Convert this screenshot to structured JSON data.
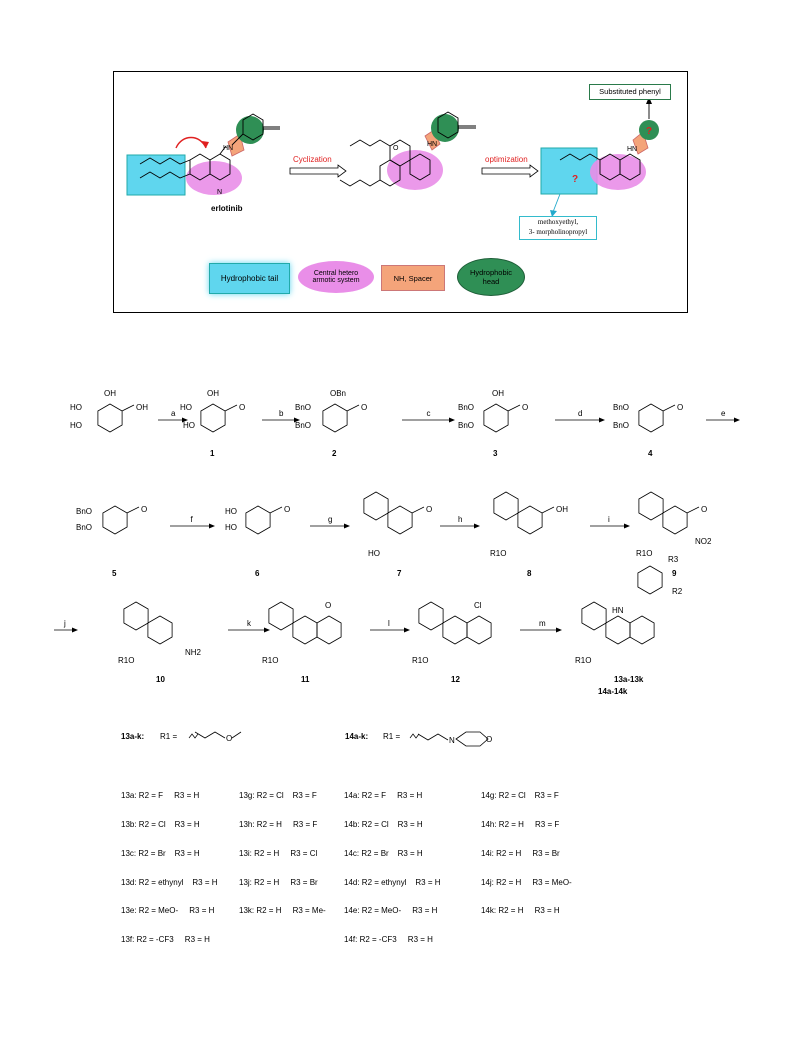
{
  "pharmacophore": {
    "arrows": {
      "cyclization": "Cyclization",
      "optimization": "optimization"
    },
    "compound_label": "erlotinib",
    "substituted_phenyl": "Substituted phenyl",
    "question_mark": "?",
    "tail_options_line1": "methoxyethyl,",
    "tail_options_line2": "3- morpholinopropyl",
    "atoms": {
      "nh": "HN",
      "o": "O",
      "n": "N"
    },
    "legend": {
      "hydrophobic_tail": "Hydrophobic tail",
      "central_hetero_line1": "Central hetero",
      "central_hetero_line2": "armotic system",
      "nh_spacer": "NH, Spacer",
      "hydrophobic_head_line1": "Hydrophobic",
      "hydrophobic_head_line2": "head"
    },
    "colors": {
      "tail": "#5fd6ee",
      "central": "#e98ee8",
      "spacer": "#f4a47a",
      "head": "#2f8f55",
      "arrow": "#e02020"
    }
  },
  "scheme": {
    "reagent_steps": [
      "a",
      "b",
      "c",
      "d",
      "e",
      "f",
      "g",
      "h",
      "i",
      "j",
      "k",
      "l",
      "m"
    ],
    "compound_numbers": [
      "1",
      "2",
      "3",
      "4",
      "5",
      "6",
      "7",
      "8",
      "9",
      "10",
      "11",
      "12"
    ],
    "final_labels": [
      "13a-13k",
      "14a-14k"
    ],
    "groups": {
      "oh": "OH",
      "ho": "HO",
      "obn": "OBn",
      "bno": "BnO",
      "ome": "O",
      "no2": "NO2",
      "nh2": "NH2",
      "cl": "Cl",
      "nh": "NH",
      "hn": "HN",
      "r1o": "R1O",
      "r2": "R2",
      "r3": "R3",
      "o_eq": "O"
    }
  },
  "r1_definitions": {
    "series13": {
      "label": "13a-k:",
      "r1": "R1 ="
    },
    "series14": {
      "label": "14a-k:",
      "r1": "R1 ="
    }
  },
  "substituents": {
    "col1": [
      "13a: R2 = F     R3 = H",
      "13b: R2 = Cl    R3 = H",
      "13c: R2 = Br    R3 = H",
      "13d: R2 = ethynyl    R3 = H",
      "13e: R2 = MeO-     R3 = H",
      "13f: R2 = -CF3     R3 = H"
    ],
    "col2": [
      "13g: R2 = Cl    R3 = F",
      "13h: R2 = H     R3 = F",
      "13i: R2 = H     R3 = Cl",
      "13j: R2 = H     R3 = Br",
      "13k: R2 = H     R3 = Me-"
    ],
    "col3": [
      "14a: R2 = F     R3 = H",
      "14b: R2 = Cl    R3 = H",
      "14c: R2 = Br    R3 = H",
      "14d: R2 = ethynyl    R3 = H",
      "14e: R2 = MeO-     R3 = H",
      "14f: R2 = -CF3     R3 = H"
    ],
    "col4": [
      "14g: R2 = Cl    R3 = F",
      "14h: R2 = H     R3 = F",
      "14i: R2 = H     R3 = Br",
      "14j: R2 = H     R3 = MeO-",
      "14k: R2 = H     R3 = H"
    ]
  }
}
